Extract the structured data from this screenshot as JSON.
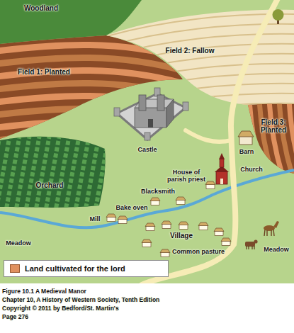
{
  "diagram": {
    "caption": "Figure 10.1 A Medieval Manor",
    "labels": [
      "Woodland",
      "Field 2: Fallow",
      "Field 1: Planted",
      "Field 3: Planted",
      "Castle",
      "Barn",
      "Church",
      "House of parish priest",
      "Orchard",
      "Blacksmith",
      "Bake oven",
      "Mill",
      "Village",
      "Meadow",
      "Common pasture",
      "Meadow",
      "Chapter 10, A History of Western Society, Tenth Edition",
      "Copyright © 2011 by Bedford/St. Martin's",
      "Page 276"
    ],
    "legend": [
      {
        "text": "Land cultivated for the lord",
        "color": "#e0915f"
      }
    ]
  }
}
